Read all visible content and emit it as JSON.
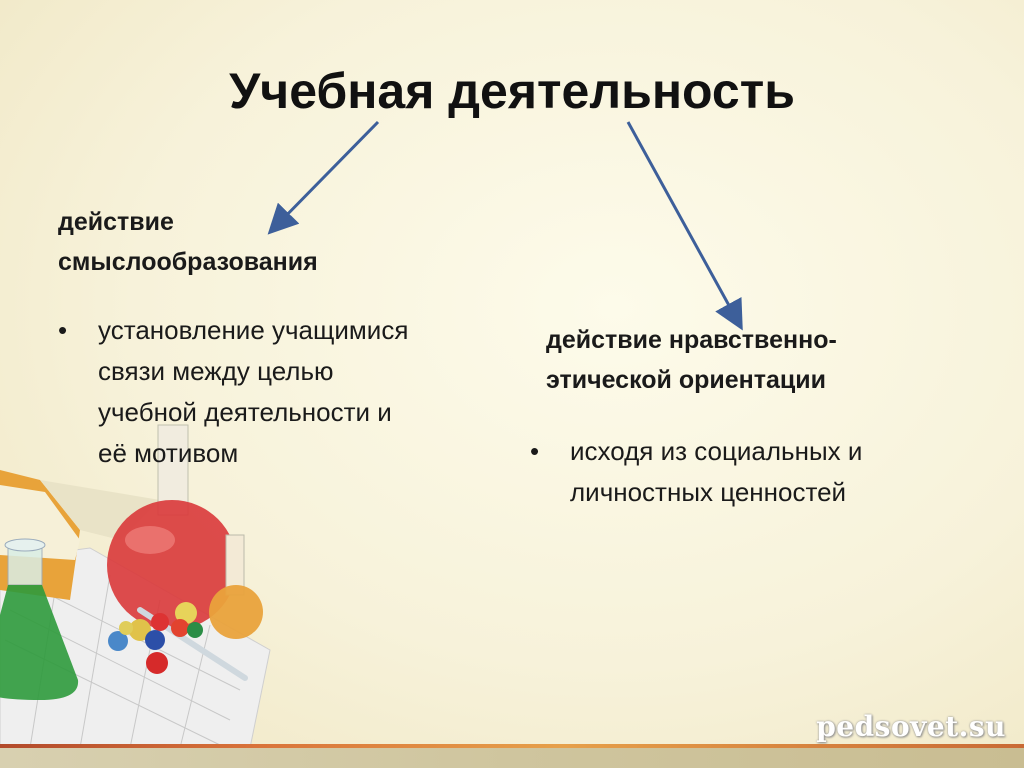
{
  "slide": {
    "title": "Учебная деятельность",
    "left": {
      "heading_line1": "действие",
      "heading_line2": "смыслообразования",
      "bullet_symbol": "•",
      "bullet_lines": [
        "установление учащимися",
        "связи между целью",
        "учебной деятельности и",
        "её мотивом"
      ]
    },
    "right": {
      "heading_line1": "действие нравственно-",
      "heading_line2": "этической ориентации",
      "bullet_symbol": "•",
      "bullet_lines": [
        "исходя из социальных и",
        "личностных ценностей"
      ]
    },
    "watermark": "pedsovet.su",
    "colors": {
      "arrow": "#3d5f9a",
      "text": "#1a1a1a",
      "background": "#f7f2da"
    }
  }
}
